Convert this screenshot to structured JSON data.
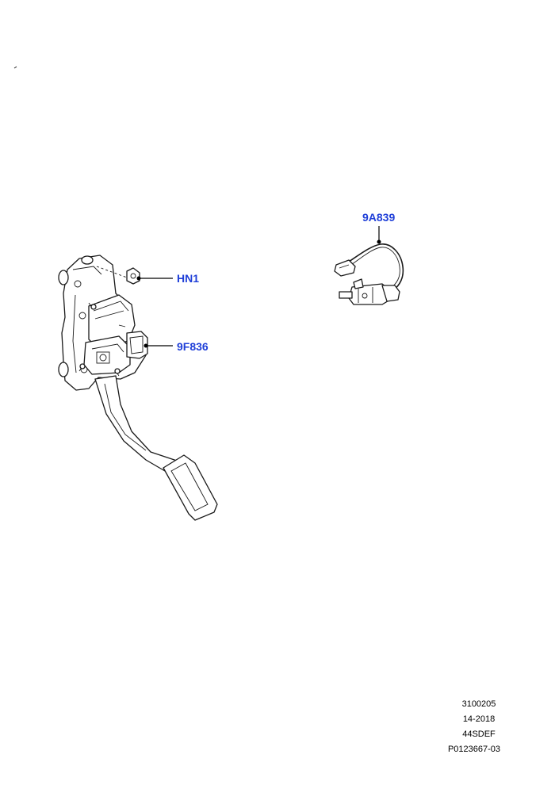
{
  "callouts": {
    "hn1": "HN1",
    "pedal": "9F836",
    "sensor": "9A839"
  },
  "reference_block": {
    "line1": "3100205",
    "line2": "14-2018",
    "line3": "44SDEF",
    "line4": "P0123667-03"
  },
  "colors": {
    "callout_text": "#1f3fd8",
    "line_art": "#1a1a1a",
    "background": "#ffffff"
  }
}
